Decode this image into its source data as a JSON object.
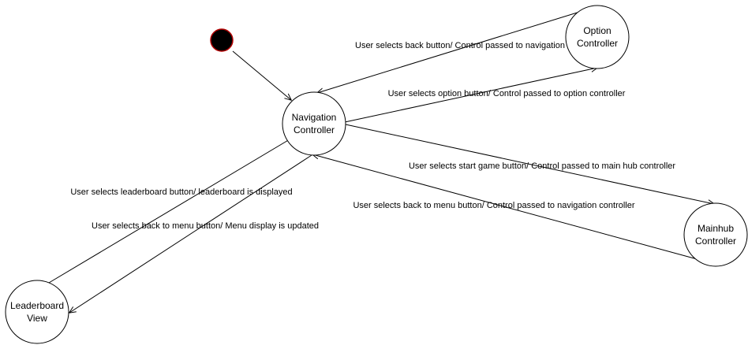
{
  "colors": {
    "line": "#000000",
    "node_fill": "#ffffff",
    "start_fill": "#000000",
    "start_stroke": "#b20000"
  },
  "nodes": {
    "navigation": {
      "line1": "Navigation",
      "line2": "Controller"
    },
    "option": {
      "line1": "Option",
      "line2": "Controller"
    },
    "mainhub": {
      "line1": "Mainhub",
      "line2": "Controller"
    },
    "leaderboard": {
      "line1": "Leaderboard",
      "line2": "View"
    }
  },
  "edges": {
    "back_from_option": "User selects back button/ Control passed to navigation",
    "to_option": "User selects option button/ Control passed to option controller",
    "to_mainhub": "User selects start game button/ Control passed to main hub controller",
    "back_from_mainhub": "User selects back to menu button/ Control passed to navigation controller",
    "to_leaderboard": "User selects leaderboard button/ leaderboard is displayed",
    "back_from_leaderboard": "User selects back to menu button/ Menu display is updated"
  }
}
